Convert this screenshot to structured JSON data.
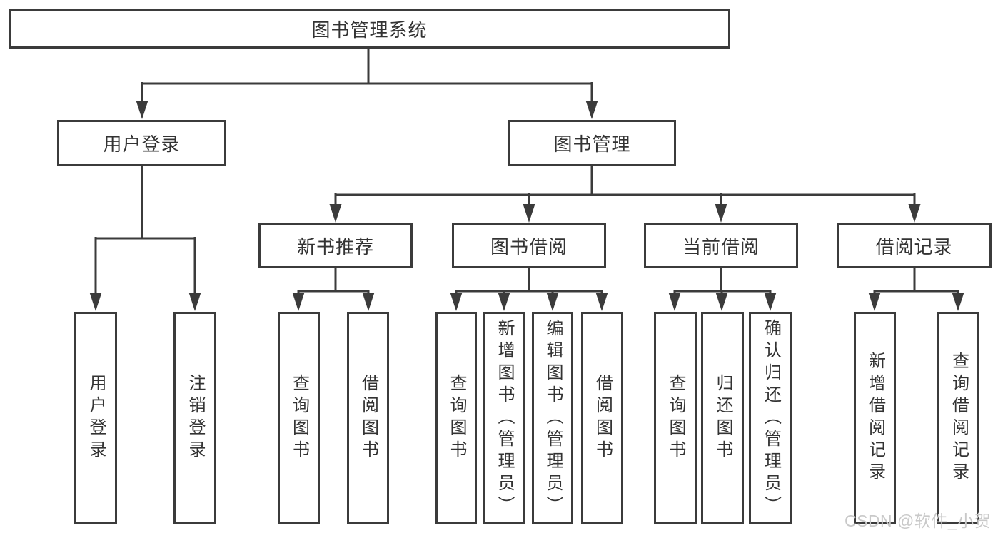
{
  "nodes": {
    "root": {
      "label": "图书管理系统"
    },
    "user_login": {
      "label": "用户登录"
    },
    "book_management": {
      "label": "图书管理"
    },
    "new_book_recommend": {
      "label": "新书推荐"
    },
    "book_borrowing": {
      "label": "图书借阅"
    },
    "current_borrowing": {
      "label": "当前借阅"
    },
    "borrowing_records": {
      "label": "借阅记录"
    },
    "leaf_user_login": {
      "label": "用户登录"
    },
    "leaf_logout": {
      "label": "注销登录"
    },
    "leaf_query_book_recommend": {
      "label": "查询图书"
    },
    "leaf_borrow_book_recommend": {
      "label": "借阅图书"
    },
    "leaf_query_book_borrowing": {
      "label": "查询图书"
    },
    "leaf_add_book": {
      "label": "新增图书（管理员）"
    },
    "leaf_edit_book": {
      "label": "编辑图书（管理员）"
    },
    "leaf_borrow_book_borrowing": {
      "label": "借阅图书"
    },
    "leaf_query_book_current": {
      "label": "查询图书"
    },
    "leaf_return_book": {
      "label": "归还图书"
    },
    "leaf_confirm_return": {
      "label": "确认归还（管理员）"
    },
    "leaf_add_borrow_record": {
      "label": "新增借阅记录"
    },
    "leaf_query_borrow_record": {
      "label": "查询借阅记录"
    }
  },
  "watermark": {
    "text": "CSDN @软件_小贺同学"
  },
  "colors": {
    "line": "#3b3b3b",
    "text": "#333333",
    "watermark_text": "#c9c9c9",
    "background": "#ffffff"
  }
}
